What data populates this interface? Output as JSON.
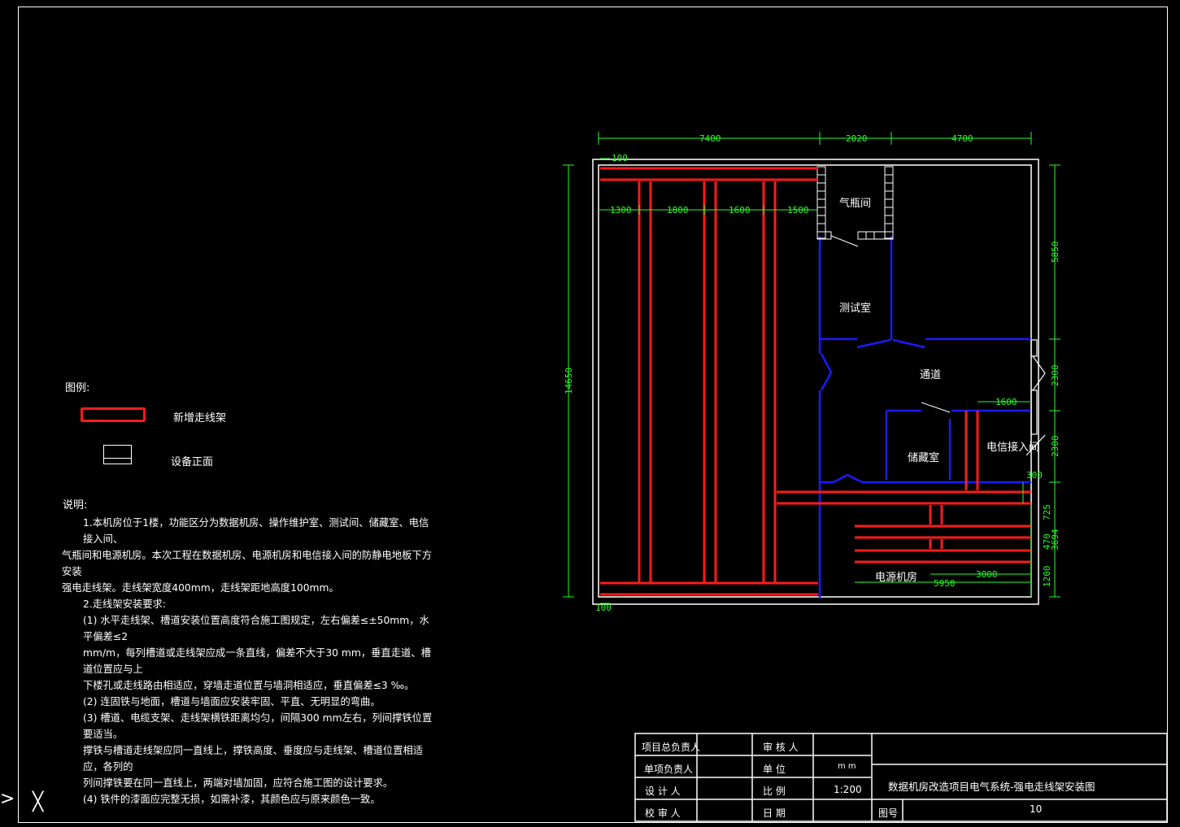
{
  "legend": {
    "title": "图例:",
    "tray_label": "新增走线架",
    "equip_label": "设备正面"
  },
  "notes": {
    "title": "说明:",
    "lines": [
      "1.本机房位于1楼，功能区分为数据机房、操作维护室、测试间、储藏室、电信接入间、",
      "气瓶间和电源机房。本次工程在数据机房、电源机房和电信接入间的防静电地板下方安装",
      "强电走线架。走线架宽度400mm，走线架距地高度100mm。",
      "2.走线架安装要求:",
      "(1) 水平走线架、槽道安装位置高度符合施工图规定，左右偏差≤±50mm，水平偏差≤2",
      "mm/m，每列槽道或走线架应成一条直线，偏差不大于30 mm，垂直走道、槽道位置应与上",
      "下楼孔或走线路由相适应，穿墙走道位置与墙洞相适应，垂直偏差≤3 ‰。",
      "(2) 连固铁与地面，槽道与墙面应安装牢固、平直、无明显的弯曲。",
      "(3) 槽道、电缆支架、走线架横铁距离均匀，间隔300 mm左右，列间撑铁位置要适当。",
      "撑铁与槽道走线架应同一直线上，撑铁高度、垂度应与走线架、槽道位置相适应，各列的",
      "列间撑铁要在同一直线上，两端对墙加固，应符合施工图的设计要求。",
      "(4) 铁件的漆面应完整无损，如需补漆，其颜色应与原来颜色一致。"
    ]
  },
  "rooms": {
    "gas": "气瓶间",
    "test": "测试室",
    "corridor": "通道",
    "storage": "储藏室",
    "telecom": "电信接入间",
    "power": "电源机房"
  },
  "dims": {
    "top_7400": "7400",
    "top_2020": "2020",
    "top_4700": "4700",
    "d100_top": "100",
    "d1300": "1300",
    "d1800": "1800",
    "d1600a": "1600",
    "d1500": "1500",
    "left_14650": "14650",
    "right_5850": "5850",
    "right_2300a": "2300",
    "right_2300b": "2300",
    "d1600b": "1600",
    "d300": "300",
    "d725": "725",
    "d470": "470",
    "d3694": "3694",
    "d1200": "1200",
    "d3000": "3000",
    "d5950": "5950",
    "d100_bottom": "100"
  },
  "title_block": {
    "r1c1": "项目总负责人",
    "r1c3": "审 核 人",
    "r2c1": "单项负责人",
    "r2c3": "单 位",
    "r2c4": "m m",
    "r3c1": "设 计 人",
    "r3c3": "比 例",
    "r3c4": "1:200",
    "r4c1": "校 审 人",
    "r4c3": "日 期",
    "r4c5": "图号",
    "r4c6": "10",
    "drawing_title": "数据机房改造项目电气系统-强电走线架安装图"
  }
}
